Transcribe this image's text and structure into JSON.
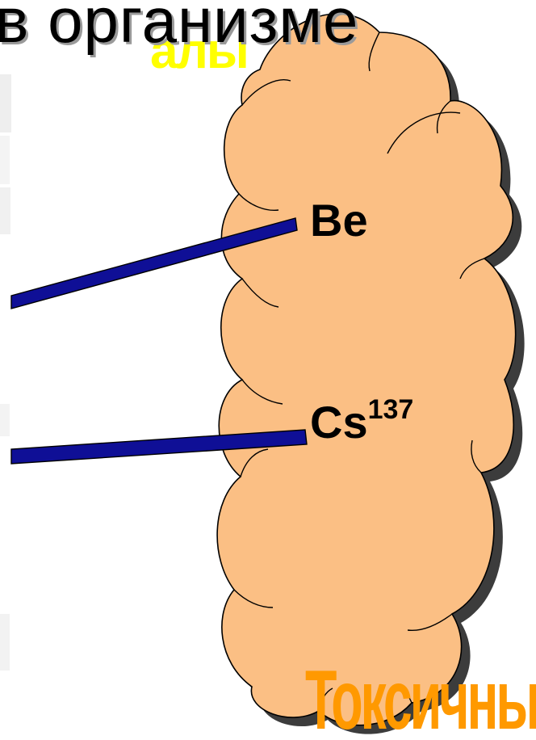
{
  "slide": {
    "heading": "в организме",
    "ghost_title_fragment": "алы",
    "elements": [
      {
        "symbol": "Be",
        "mass_number": ""
      },
      {
        "symbol": "Cs",
        "mass_number": "137"
      }
    ],
    "bottom_title": "Токсичные металлы"
  },
  "colors": {
    "cloud_fill": "#fbbf84",
    "pointer_line": "#0f0f96",
    "heading_text": "#000000",
    "heading_shadow": "#9a9a9a",
    "ghost_title": "#ffff00",
    "bottom_title": "#ff9900"
  }
}
